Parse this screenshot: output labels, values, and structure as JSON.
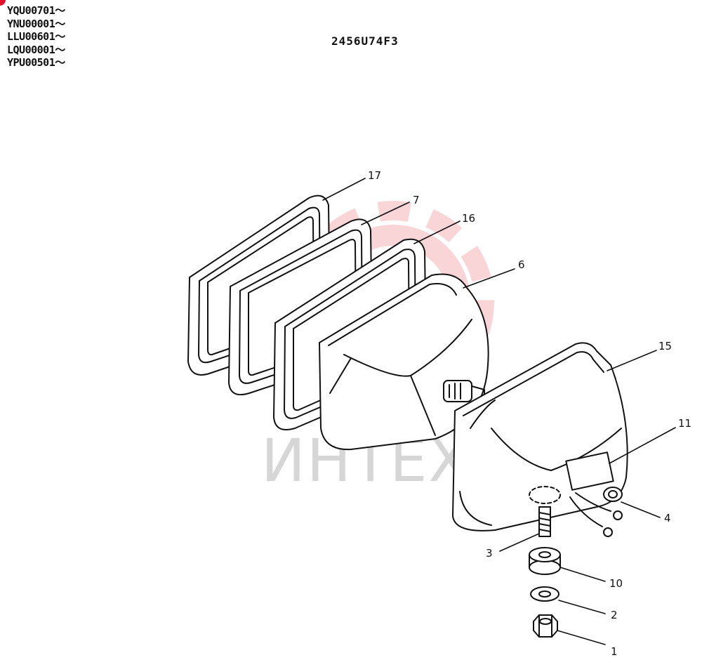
{
  "serial_ranges": [
    "YQU00701～",
    "YNU00001～",
    "LLU00601～",
    "LQU00001～",
    "YPU00501～"
  ],
  "drawing_code": "2456U74F3",
  "watermark": {
    "text": "ИНТЕХ",
    "color": "#f5a9ae"
  },
  "parts": [
    {
      "label": "17"
    },
    {
      "label": "7"
    },
    {
      "label": "16"
    },
    {
      "label": "6"
    },
    {
      "label": "15"
    },
    {
      "label": "11"
    },
    {
      "label": "4"
    },
    {
      "label": "3"
    },
    {
      "label": "10"
    },
    {
      "label": "2"
    },
    {
      "label": "1"
    }
  ]
}
